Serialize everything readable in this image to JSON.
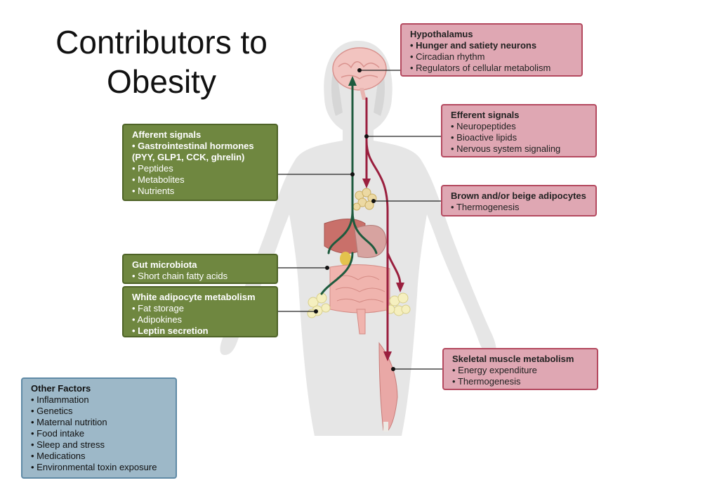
{
  "title": {
    "line1": "Contributors to",
    "line2": "Obesity"
  },
  "colors": {
    "afferent": "#1e5b3e",
    "efferent": "#9a1f3e",
    "green_box": "#6f8740",
    "pink_box": "#dfa7b3",
    "blue_box": "#9db8c8"
  },
  "boxes": {
    "hypothalamus": {
      "heading": "Hypothalamus",
      "items": [
        "Hunger and satiety neurons",
        "Circadian rhythm",
        "Regulators of cellular metabolism"
      ]
    },
    "efferent": {
      "heading": "Efferent signals",
      "items": [
        "Neuropeptides",
        "Bioactive lipids",
        "Nervous system signaling"
      ]
    },
    "brown": {
      "heading": "Brown and/or beige adipocytes",
      "items": [
        "Thermogenesis"
      ]
    },
    "afferent": {
      "heading": "Afferent signals",
      "items": [
        "Gastrointestinal hormones (PYY, GLP1, CCK, ghrelin)",
        "Peptides",
        "Metabolites",
        "Nutrients"
      ]
    },
    "gut": {
      "heading": "Gut microbiota",
      "items": [
        "Short chain fatty acids"
      ]
    },
    "white": {
      "heading": "White adipocyte metabolism",
      "items": [
        "Fat storage",
        "Adipokines",
        "Leptin secretion"
      ]
    },
    "skeletal": {
      "heading": "Skeletal muscle metabolism",
      "items": [
        "Energy expenditure",
        "Thermogenesis"
      ]
    },
    "other": {
      "heading": "Other Factors",
      "items": [
        "Inflammation",
        "Genetics",
        "Maternal nutrition",
        "Food intake",
        "Sleep and stress",
        "Medications",
        "Environmental toxin exposure"
      ]
    }
  }
}
